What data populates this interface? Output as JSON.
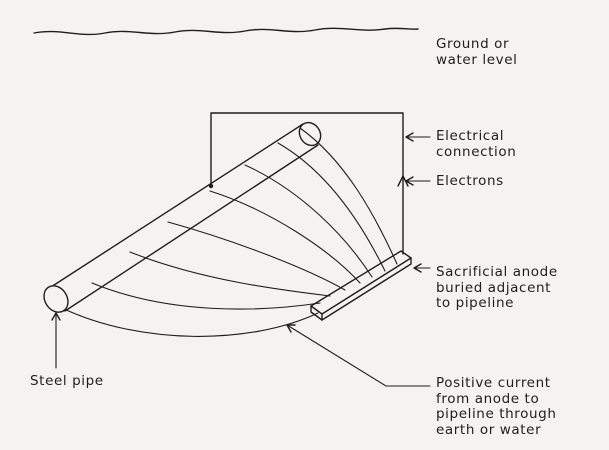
{
  "labels": {
    "ground": [
      "Ground or",
      "water level"
    ],
    "electrical_connection": [
      "Electrical",
      "connection"
    ],
    "electrons": "Electrons",
    "sacrificial_anode": [
      "Sacrificial anode",
      "buried adjacent",
      "to pipeline"
    ],
    "steel_pipe": "Steel pipe",
    "positive_current": [
      "Positive current",
      "from anode to",
      "pipeline through",
      "earth or water"
    ]
  }
}
